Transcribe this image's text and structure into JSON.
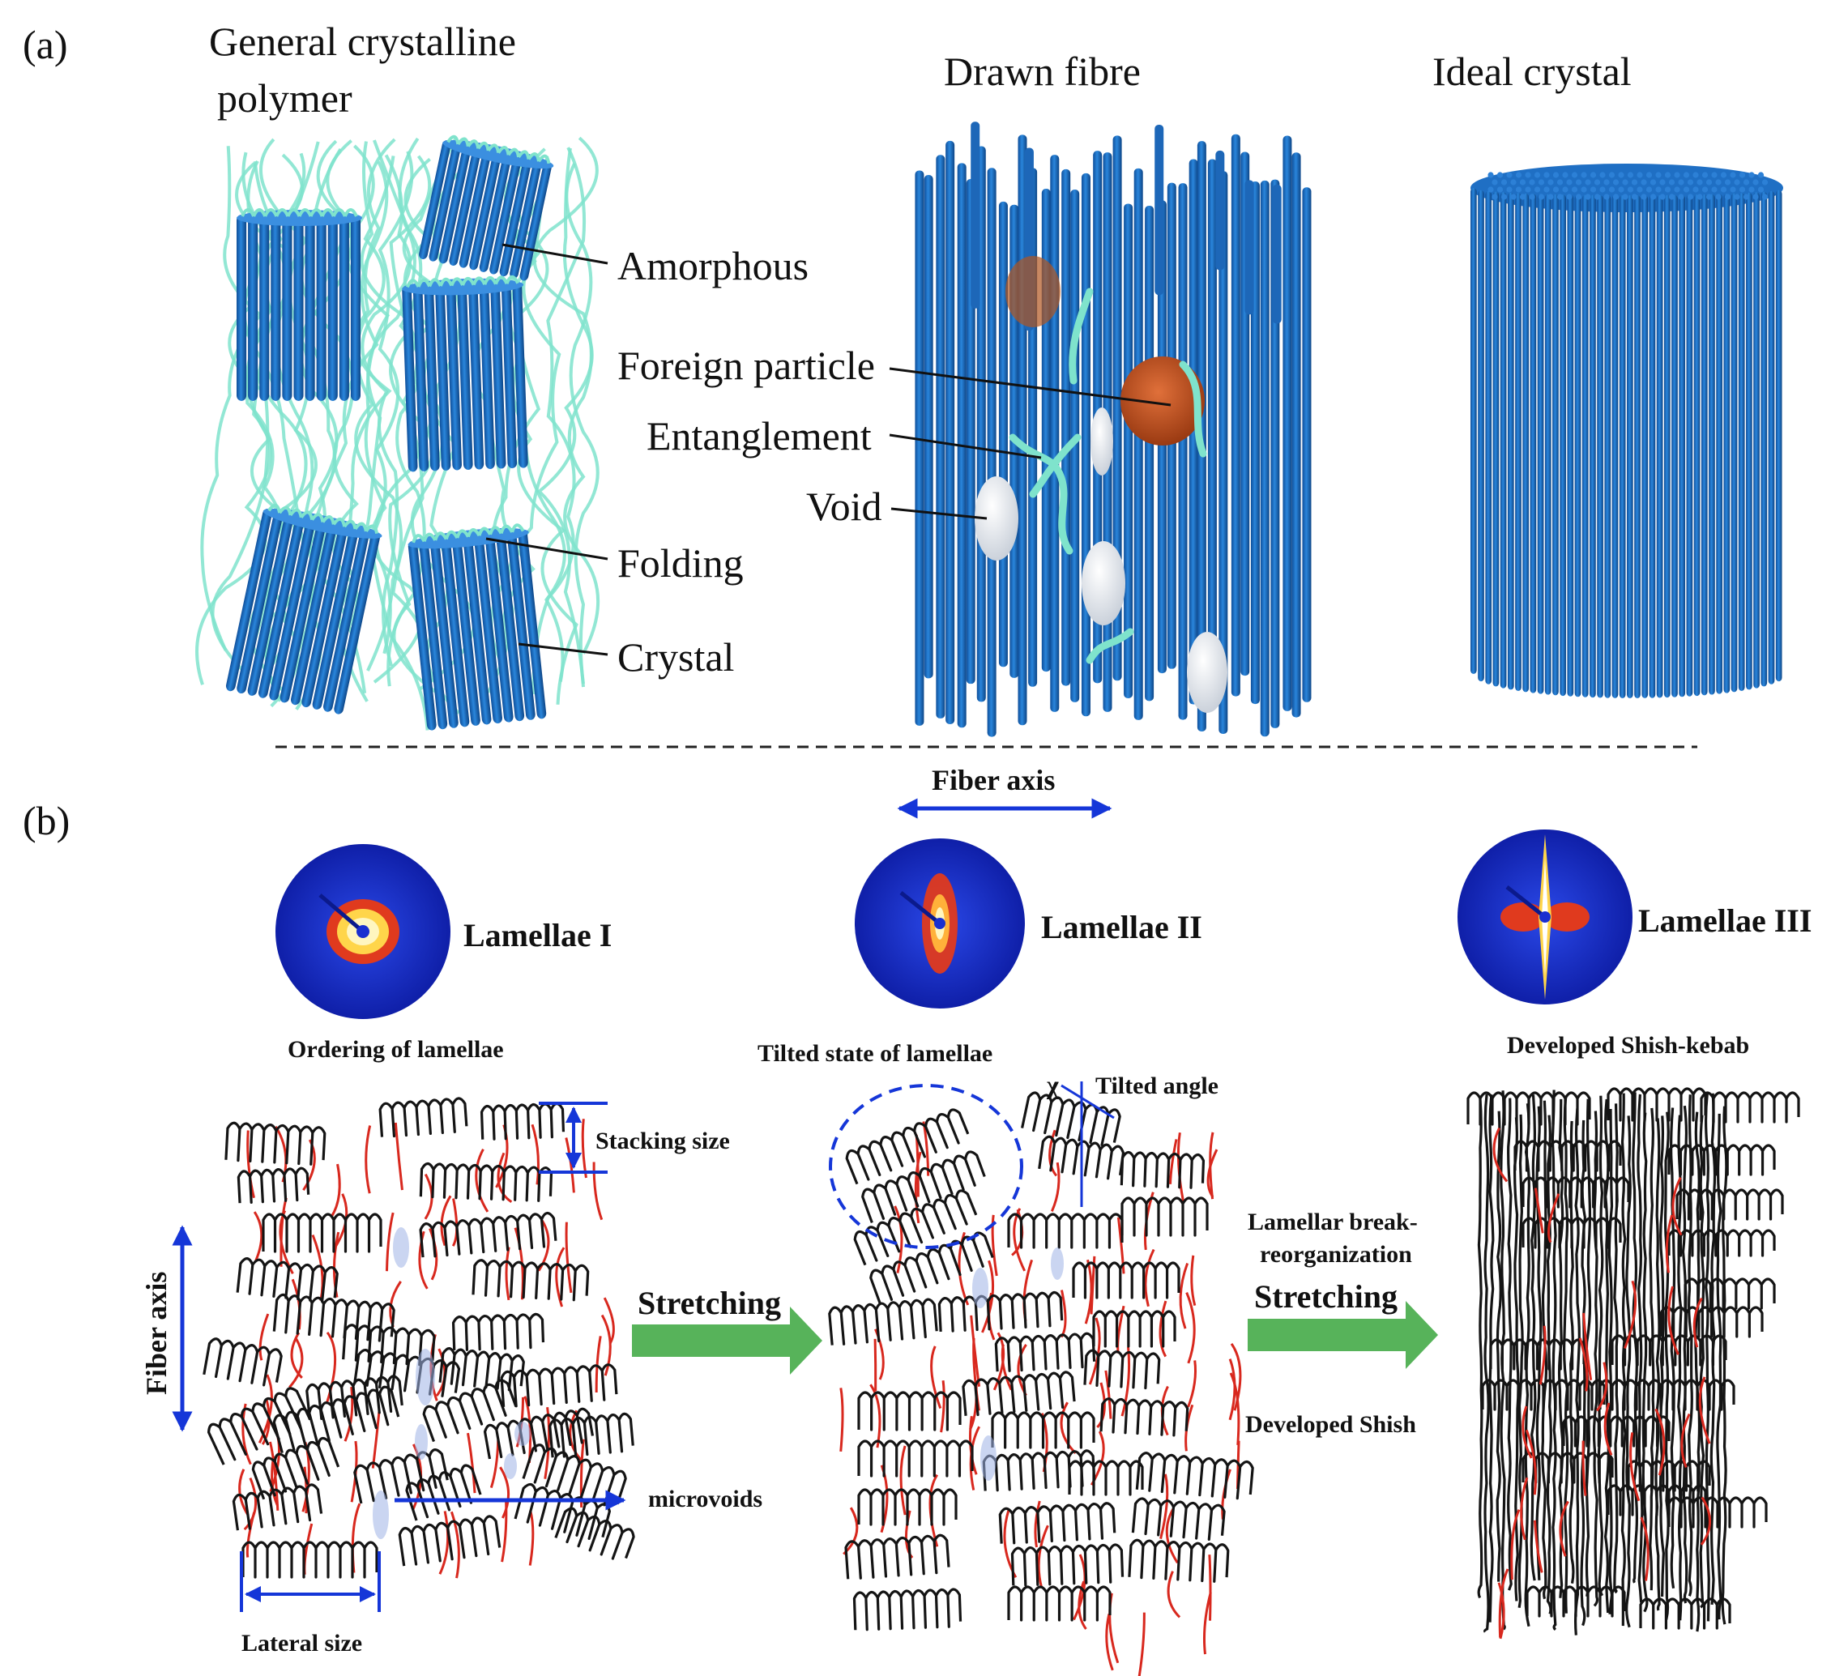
{
  "colors": {
    "crystal_blue": "#1f6fc4",
    "amorphous_teal": "#7fe3cc",
    "particle_orange": "#c8551c",
    "void_white": "#f2f4f7",
    "chain_red": "#d8281e",
    "chain_black": "#141414",
    "arrow_blue": "#1536d8",
    "arrow_green": "#57b35a",
    "saxs_blue": "#1a2fd0"
  },
  "panel_a": {
    "tag": "(a)",
    "models": [
      {
        "title_line1": "General crystalline",
        "title_line2": "polymer"
      },
      {
        "title": "Drawn fibre"
      },
      {
        "title": "Ideal crystal"
      }
    ],
    "callouts": {
      "amorphous": "Amorphous",
      "folding": "Folding",
      "crystal": "Crystal",
      "foreign_particle": "Foreign particle",
      "entanglement": "Entanglement",
      "void": "Void"
    }
  },
  "panel_b": {
    "tag": "(b)",
    "fiber_axis_top": "Fiber axis",
    "fiber_axis_side": "Fiber axis",
    "saxs": [
      {
        "label": "Lamellae I",
        "caption": "Ordering of lamellae"
      },
      {
        "label": "Lamellae II",
        "caption": "Tilted state of lamellae"
      },
      {
        "label": "Lamellae III",
        "caption": "Developed Shish-kebab"
      }
    ],
    "annotations": {
      "stacking_size": "Stacking size",
      "lateral_size": "Lateral size",
      "microvoids": "microvoids",
      "chi": "χ",
      "tilted_angle": "Tilted angle",
      "break_line1": "Lamellar break-",
      "break_line2": "reorganization",
      "developed_shish": "Developed Shish"
    },
    "arrows": {
      "stretch1": "Stretching",
      "stretch2": "Stretching"
    }
  }
}
